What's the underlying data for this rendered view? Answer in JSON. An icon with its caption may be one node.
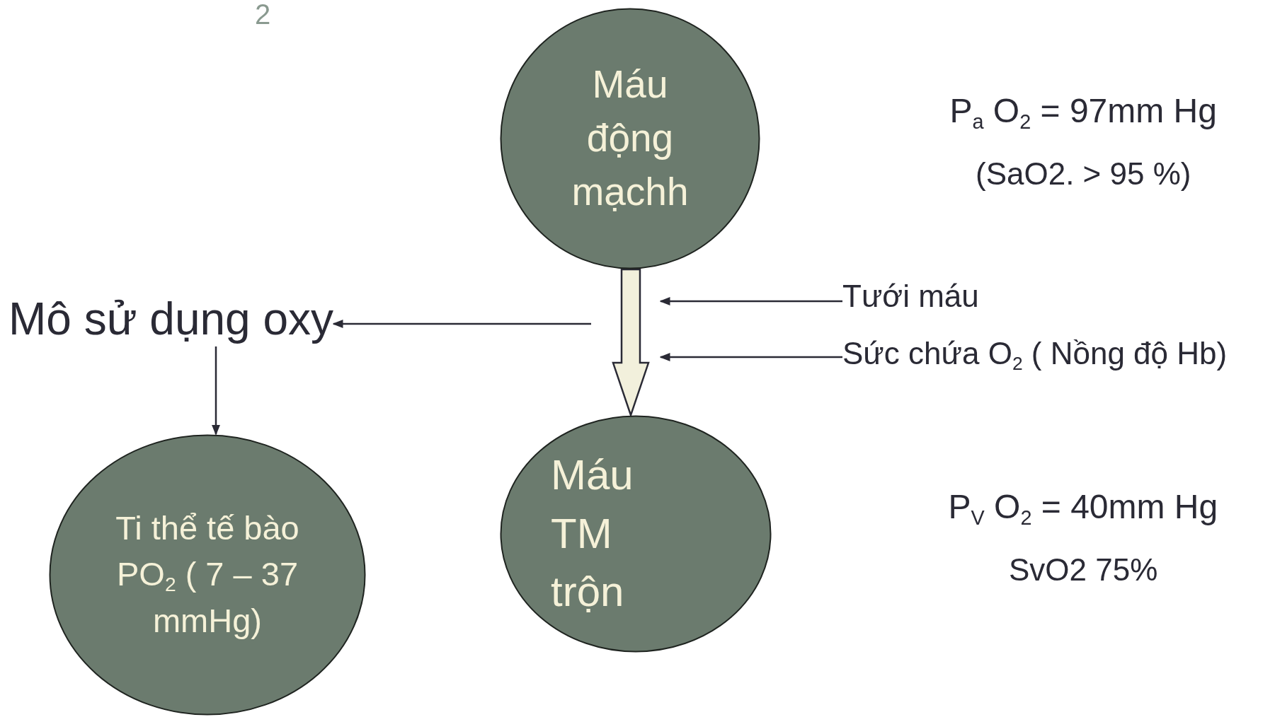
{
  "diagram": {
    "nodes": [
      {
        "text": [
          "Máu động mạchh"
        ]
      },
      {
        "text": [
          "Mô sử dụng oxy"
        ]
      },
      {
        "text": [
          "Tưới máu"
        ]
      },
      {
        "text": [
          "Sức chứa O$_{2}$ ( Nồng độ Hb)"
        ]
      },
      {
        "text": [
          "Ti thể tế bào PO$_{2}$ ( 7 – 37 mmHg)"
        ]
      },
      {
        "text": [
          "Máu TM trộn"
        ]
      }
    ],
    "edges": [
      {
        "from": 0,
        "to": 5,
        "arrow": "to",
        "style": "thick"
      },
      {
        "from": null,
        "to": 1,
        "arrow": "to"
      },
      {
        "from": 2,
        "to": null,
        "arrow": "to"
      },
      {
        "from": 3,
        "to": null,
        "arrow": "to"
      },
      {
        "from": 1,
        "to": 4,
        "arrow": "to"
      }
    ],
    "labels": [
      "2",
      "P$_{a}$ O$_{2}$ = 97mm Hg",
      "(SaO2. > 95 %)",
      "P$_{V}$ O$_{2}$ = 40mm Hg",
      "SvO2 75%"
    ]
  }
}
